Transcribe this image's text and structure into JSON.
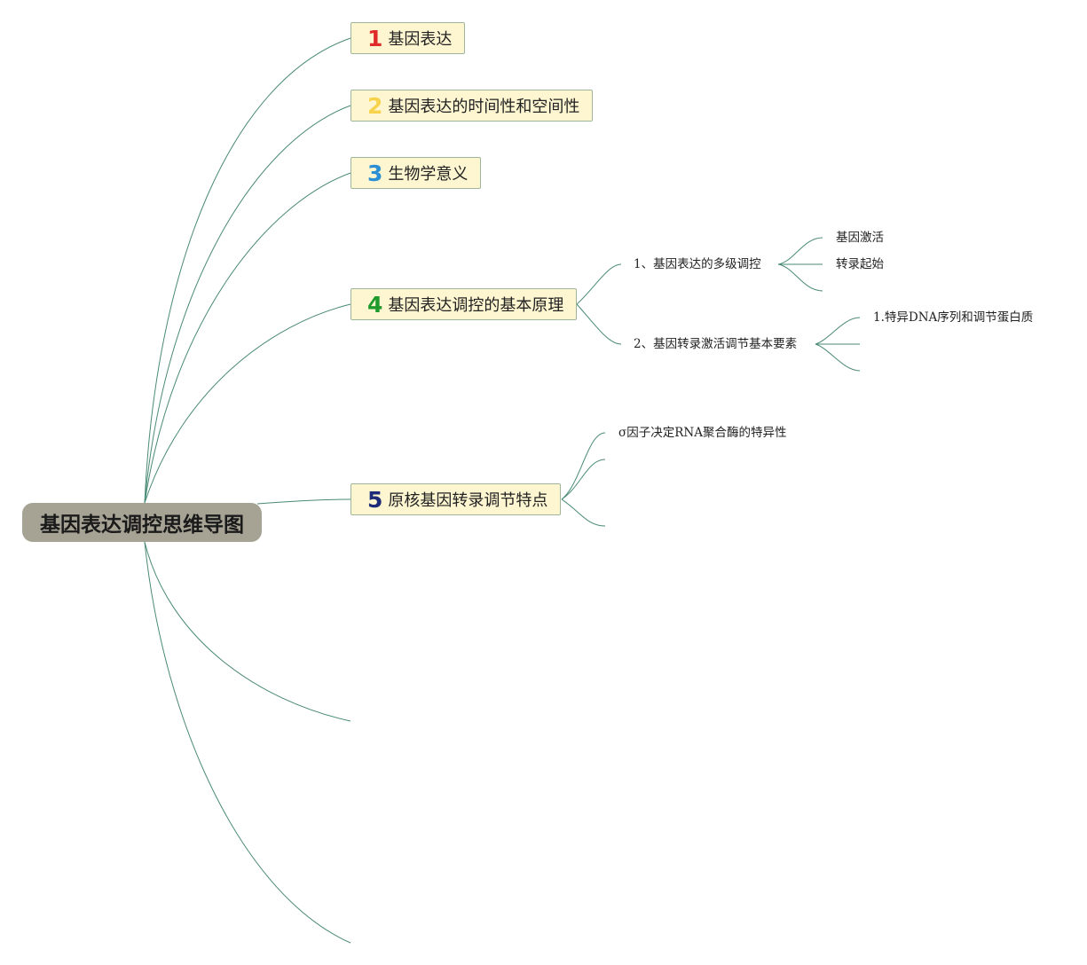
{
  "root": {
    "label": "基因表达调控思维导图"
  },
  "topics": [
    {
      "number": "1",
      "label": "基因表达",
      "color": "#e02b2b"
    },
    {
      "number": "2",
      "label": "基因表达的时间性和空间性",
      "color": "#f6d34a"
    },
    {
      "number": "3",
      "label": "生物学意义",
      "color": "#2c8fd4"
    },
    {
      "number": "4",
      "label": "基因表达调控的基本原理",
      "color": "#1f9a2c",
      "children": [
        {
          "label": "1、基因表达的多级调控",
          "children": [
            "基因激活",
            "转录起始"
          ]
        },
        {
          "label": "2、基因转录激活调节基本要素",
          "children": [
            "1.特异DNA序列和调节蛋白质"
          ]
        }
      ]
    },
    {
      "number": "5",
      "label": "原核基因转录调节特点",
      "color": "#1e2b78",
      "children": [
        {
          "label": "σ因子决定RNA聚合酶的特异性"
        }
      ]
    }
  ],
  "colors": {
    "connector": "#4a8a76",
    "topic_fill": "#fdf6d1",
    "root_fill": "#a6a395"
  }
}
